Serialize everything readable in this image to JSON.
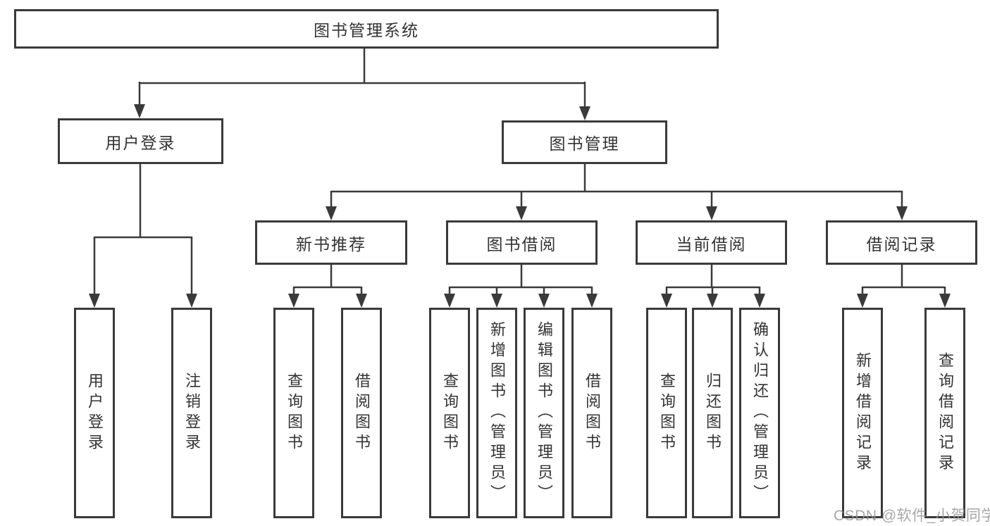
{
  "colors": {
    "line": "#3a3a3a",
    "text": "#333333",
    "background": "#ffffff",
    "watermark_gray": "#949494"
  },
  "diagram": {
    "root": {
      "label": "图书管理系统"
    },
    "level2": [
      {
        "label": "用户登录"
      },
      {
        "label": "图书管理"
      }
    ],
    "level3": [
      {
        "label": "新书推荐"
      },
      {
        "label": "图书借阅"
      },
      {
        "label": "当前借阅"
      },
      {
        "label": "借阅记录"
      }
    ],
    "leaves": {
      "user_login": [
        "用户登录",
        "注销登录"
      ],
      "new_book": [
        "查询图书",
        "借阅图书"
      ],
      "book_borrow": [
        "查询图书",
        "新增图书（管理员）",
        "编辑图书（管理员）",
        "借阅图书"
      ],
      "current_borrow": [
        "查询图书",
        "归还图书",
        "确认归还（管理员）"
      ],
      "borrow_record": [
        "新增借阅记录",
        "查询借阅记录"
      ]
    }
  },
  "watermark": {
    "text": "CSDN @软件_小贺同学"
  }
}
